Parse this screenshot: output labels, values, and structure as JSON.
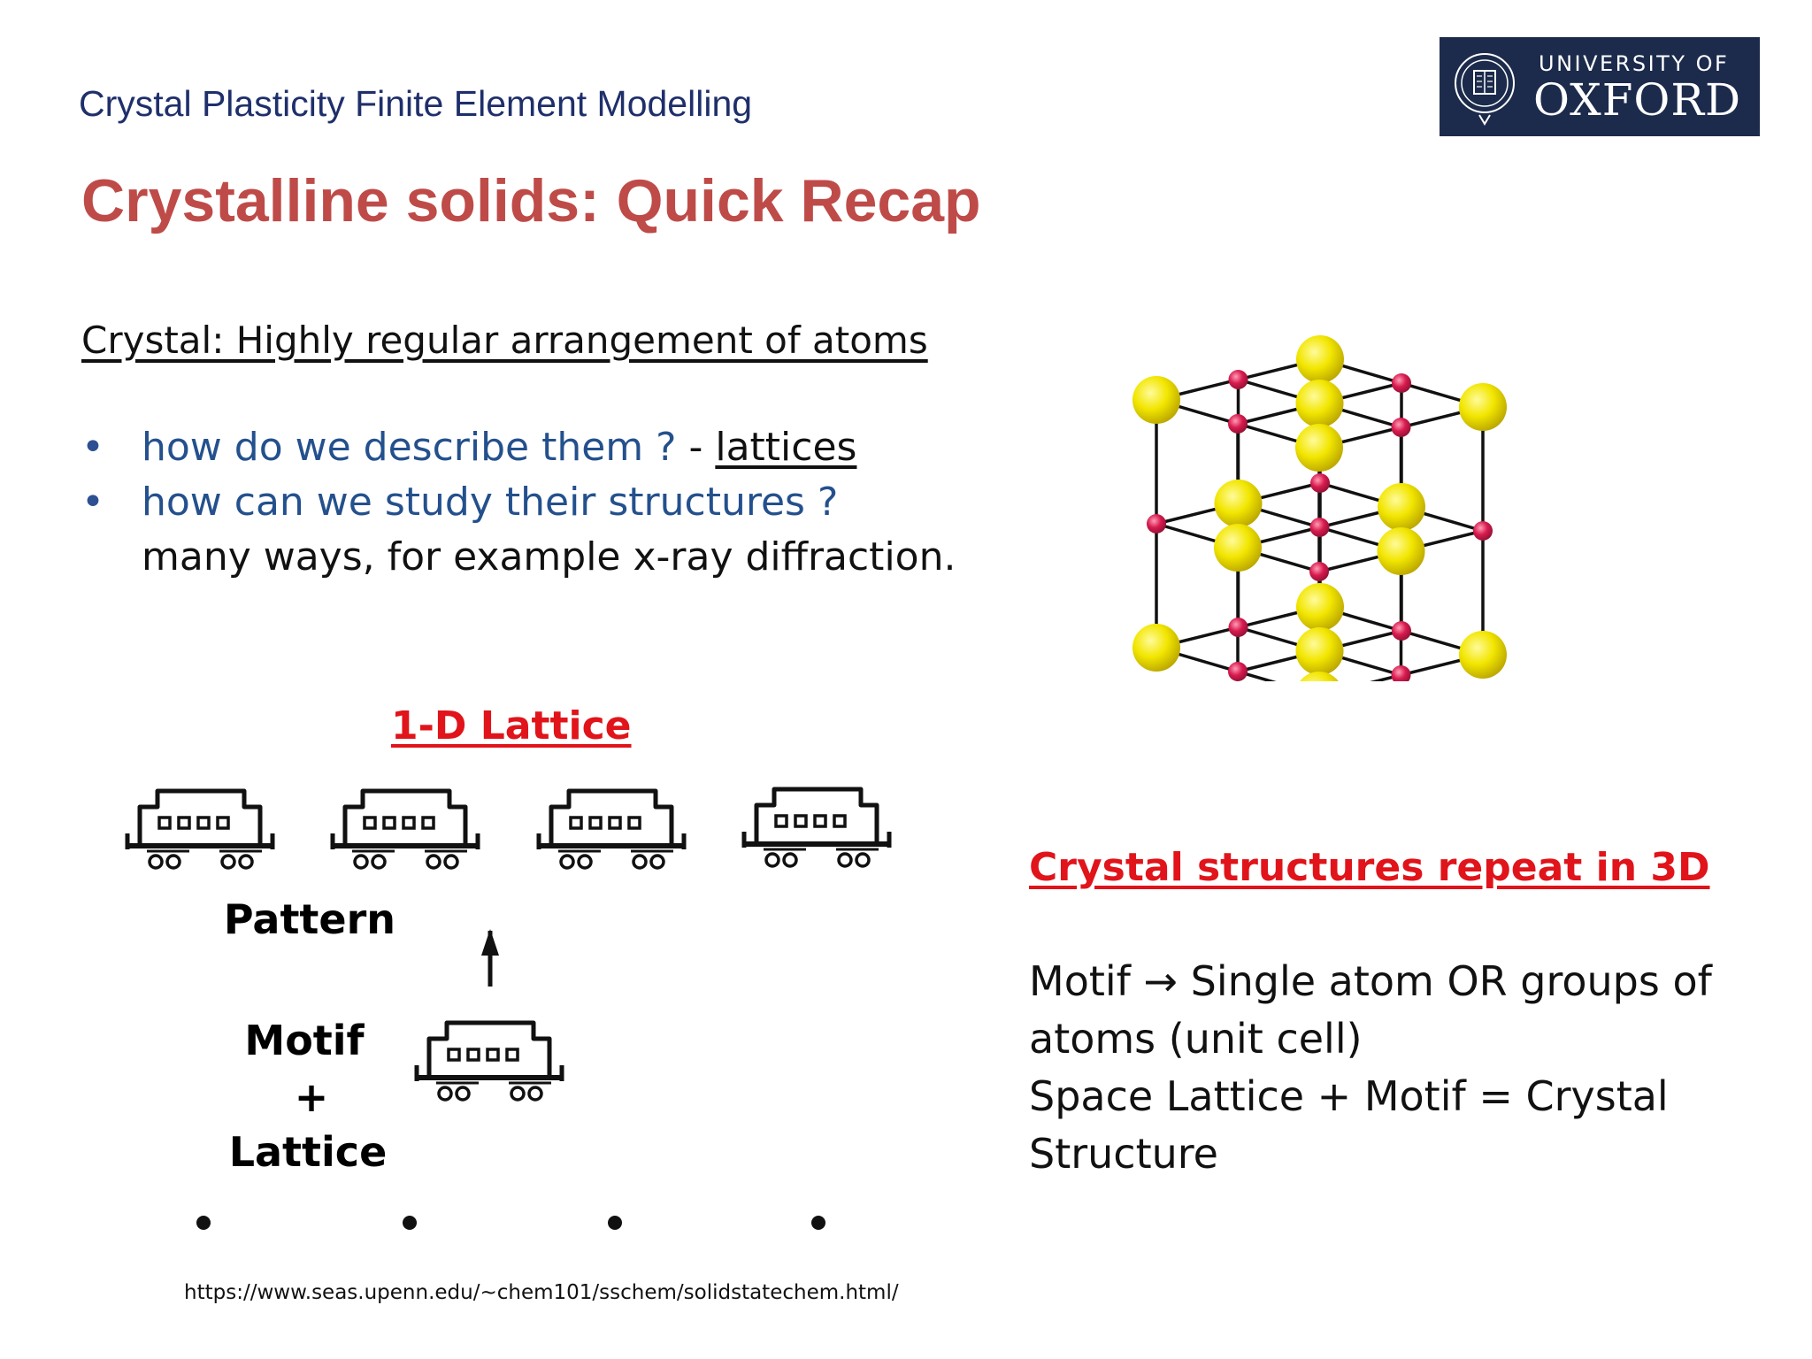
{
  "header": {
    "course": "Crystal Plasticity Finite Element Modelling",
    "logo": {
      "line1": "UNIVERSITY OF",
      "line2": "OXFORD",
      "icon": "oxford-crest-icon"
    }
  },
  "slide": {
    "title": "Crystalline solids: Quick Recap",
    "definition": "Crystal: Highly regular arrangement of atoms",
    "bullets": [
      {
        "question": "how do we describe them ?",
        "sep": " - ",
        "link": "lattices"
      },
      {
        "question": "how can we study their structures ?",
        "answer": "many ways, for example x-ray diffraction."
      }
    ],
    "lattice_heading": "1-D Lattice",
    "diagram": {
      "pattern": "Pattern",
      "motif": "Motif",
      "plus": "+",
      "lattice": "Lattice"
    },
    "repeat_heading": "Crystal structures repeat in 3D",
    "motif_lines": [
      "Motif → Single atom OR groups of",
      "atoms (unit cell)",
      "Space Lattice + Motif = Crystal",
      "Structure"
    ],
    "source_url": "https://www.seas.upenn.edu/~chem101/sschem/solidstatechem.html/"
  },
  "colors": {
    "title": "#be4b48",
    "header": "#1f2f6b",
    "bullet_blue": "#24508d",
    "heading_red": "#e0141a",
    "logo_bg": "#1c2b4c",
    "atom_large": "#f2e600",
    "atom_small": "#d81b4f"
  }
}
